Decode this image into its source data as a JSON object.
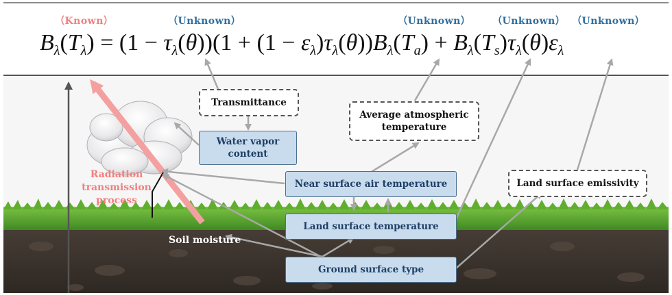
{
  "labels": {
    "known": "（Known）",
    "unknown_1": "（Unknown）",
    "unknown_2": "（Unknown）",
    "unknown_3": "（Unknown）",
    "unknown_4": "（Unknown）"
  },
  "equation": {
    "B": "B",
    "lambda": "λ",
    "T": "T",
    "a": "a",
    "s": "s",
    "tau": "τ",
    "eps": "ε",
    "theta": "θ",
    "one": "1",
    "minus": " − ",
    "plus": " + ",
    "equals": " = ",
    "lparen": "(",
    "rparen": ")"
  },
  "nodes": {
    "transmittance": "Transmittance",
    "water_vapor_line1": "Water vapor",
    "water_vapor_line2": "content",
    "avg_atm_line1": "Average atmospheric",
    "avg_atm_line2": "temperature",
    "near_surface_air_temp": "Near surface air temperature",
    "land_surface_emissivity": "Land surface emissivity",
    "land_surface_temp": "Land surface temperature",
    "ground_surface_type": "Ground surface type",
    "radiation_line1": "Radiation",
    "radiation_line2": "transmission",
    "radiation_line3": "process",
    "soil_moisture": "Soil moisture"
  },
  "colors": {
    "known": "#f07f7f",
    "unknown": "#2f6f9f",
    "box_fill": "#c9dcee",
    "box_border": "#4a6f8f",
    "box_text": "#1f3f66",
    "arrow": "#a8a8a8",
    "radiation_arrow": "#f4a0a0",
    "grass": "#4e9a2a",
    "soil": "#3a332c"
  }
}
